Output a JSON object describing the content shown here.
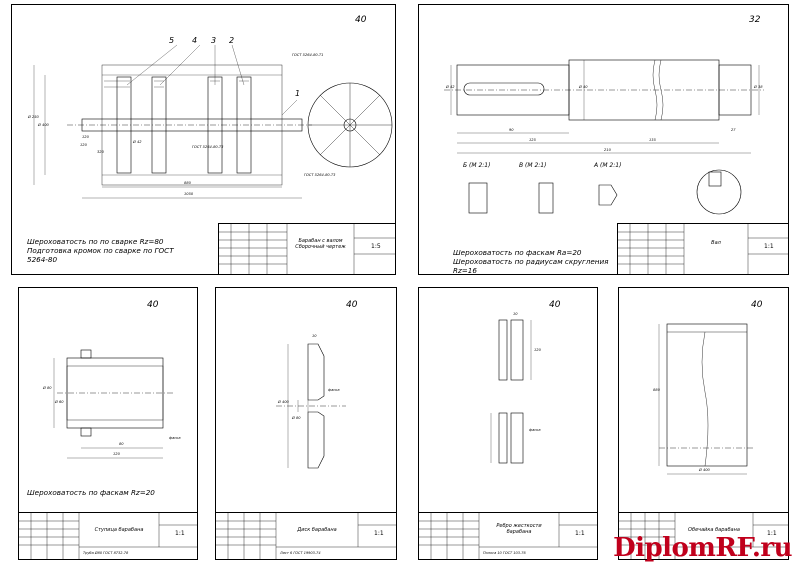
{
  "sheets": {
    "s1": {
      "roughness": "40",
      "callouts": [
        "5",
        "4",
        "3",
        "2",
        "1"
      ],
      "note_lines": [
        "Шероховатость по по сварке Rz=80",
        "Подготовка кромок по сварке по ГОСТ",
        "5264-80"
      ],
      "title_name": [
        "Барабан с валом",
        "Сборочный чертеж"
      ],
      "scale": "1:5",
      "dims": [
        "1050",
        "880",
        "320",
        "120",
        "120",
        "Ø 250",
        "Ø 400",
        "Ø 42",
        "ГОСТ 5264-80-Т3",
        "ГОСТ 5264-80-Т1",
        "ГОСТ 5264-80-Т3"
      ]
    },
    "s2": {
      "roughness": "32",
      "note_lines": [
        "Шероховатость по фаскам Ra=20",
        "Шероховатость по радиусам скругления",
        "Rz=16"
      ],
      "sections": [
        "Б (М 2:1)",
        "В (М 2:1)",
        "А (М 2:1)"
      ],
      "title_name": [
        "Вал"
      ],
      "scale": "1:1",
      "dims": [
        "90",
        "125",
        "135",
        "210",
        "27",
        "Ø 42",
        "Ø 40",
        "Ø 38"
      ]
    },
    "s3": {
      "roughness": "40",
      "note_lines": [
        "Шероховатость по фаскам Rz=20"
      ],
      "title_name": [
        "Ступица барабана"
      ],
      "scale": "1:1",
      "standard": "Труба Ø80 ГОСТ 8732-78",
      "dims": [
        "120",
        "80",
        "Ø 80",
        "Ø 60",
        "фаска"
      ]
    },
    "s4": {
      "roughness": "40",
      "title_name": [
        "Диск барабана"
      ],
      "scale": "1:1",
      "standard": "Лист 6 ГОСТ 19903-74",
      "dims": [
        "Ø 400",
        "Ø 80",
        "фаска",
        "10"
      ]
    },
    "s5": {
      "roughness": "40",
      "title_name": [
        "Ребро жесткости",
        "барабана"
      ],
      "scale": "1:1",
      "standard": "Полоса 10 ГОСТ 103-76",
      "dims": [
        "120",
        "10",
        "фаска"
      ]
    },
    "s6": {
      "roughness": "40",
      "title_name": [
        "Обечайка барабана"
      ],
      "scale": "1:1",
      "dims": [
        "880",
        "Ø 400"
      ]
    }
  },
  "watermark": "DiplomRF.ru"
}
